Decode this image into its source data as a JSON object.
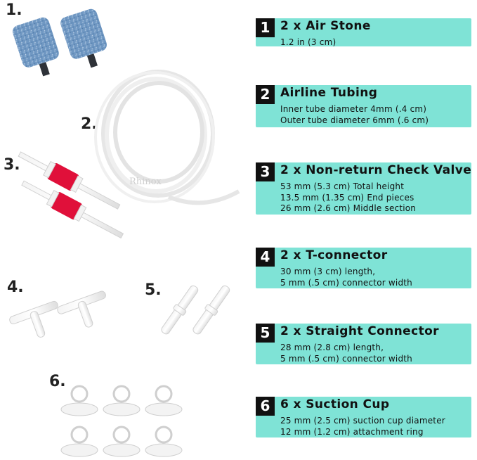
{
  "labels": [
    "1.",
    "2.",
    "3.",
    "4.",
    "5.",
    "6."
  ],
  "watermark": "Rhinox",
  "items": [
    {
      "badge": "1",
      "title": "2 x Air Stone",
      "lines": [
        "1.2 in (3 cm)"
      ]
    },
    {
      "badge": "2",
      "title": "Airline Tubing",
      "lines": [
        "Inner tube diameter 4mm (.4 cm)",
        "Outer tube diameter 6mm (.6 cm)"
      ]
    },
    {
      "badge": "3",
      "title": "2 x Non-return Check Valve",
      "lines": [
        "53 mm (5.3 cm) Total height",
        "13.5 mm (1.35 cm) End pieces",
        "26 mm (2.6 cm) Middle section"
      ]
    },
    {
      "badge": "4",
      "title": "2 x T-connector",
      "lines": [
        "30 mm (3 cm) length,",
        "5 mm (.5 cm) connector width"
      ]
    },
    {
      "badge": "5",
      "title": "2 x Straight Connector",
      "lines": [
        "28 mm (2.8 cm) length,",
        "5 mm (.5 cm) connector width"
      ]
    },
    {
      "badge": "6",
      "title": "6 x Suction Cup",
      "lines": [
        "25 mm (2.5 cm) suction cup diameter",
        "12 mm (1.2 cm) attachment ring"
      ]
    }
  ],
  "colors": {
    "card": "#7fe3d6",
    "badge": "#111111",
    "stone": "#6f97c2",
    "valve": "#e0103a"
  },
  "icons": [
    "air-stone-icon",
    "tubing-coil-icon",
    "check-valve-icon",
    "t-connector-icon",
    "straight-connector-icon",
    "suction-cup-icon"
  ]
}
